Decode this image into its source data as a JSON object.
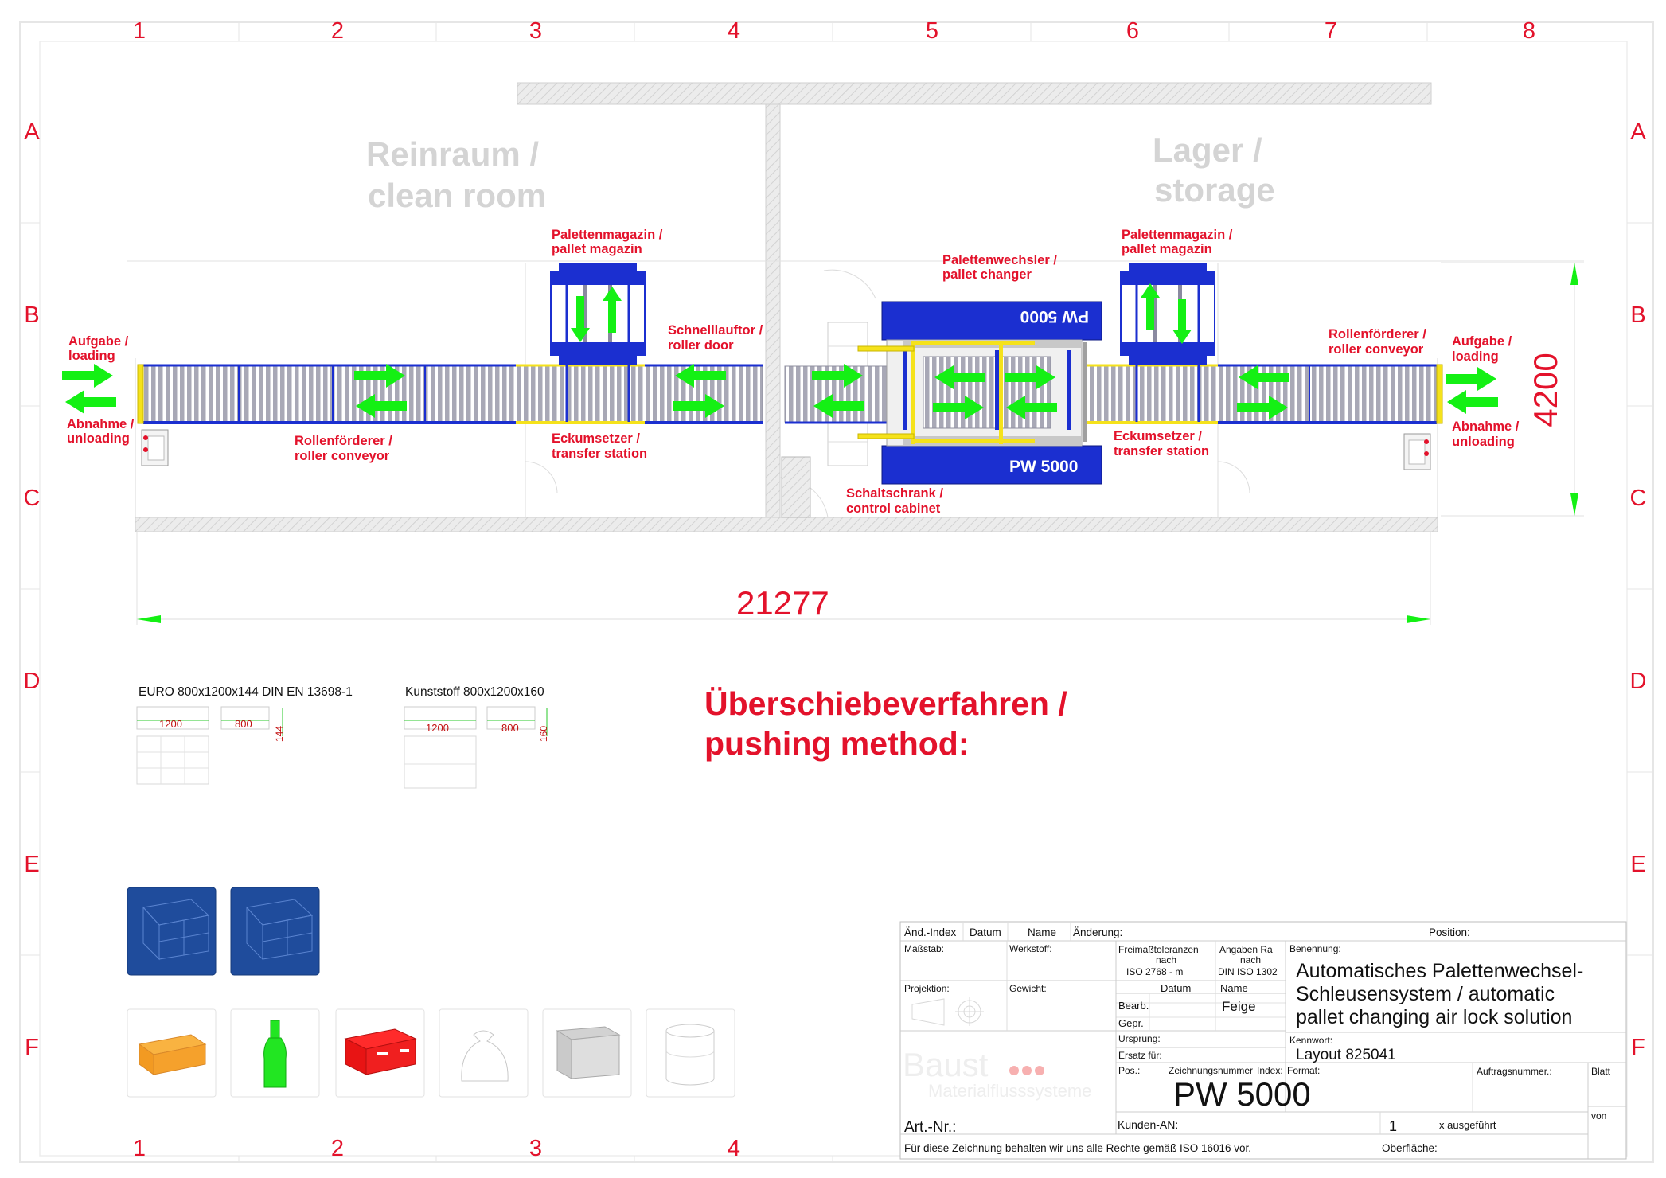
{
  "grid": {
    "columns": [
      "1",
      "2",
      "3",
      "4",
      "5",
      "6",
      "7",
      "8"
    ],
    "rows": [
      "A",
      "B",
      "C",
      "D",
      "E",
      "F"
    ]
  },
  "rooms": {
    "clean_room": [
      "Reinraum /",
      "clean room"
    ],
    "storage": [
      "Lager /",
      "storage"
    ]
  },
  "labels": {
    "loading_left": [
      "Aufgabe /",
      "loading"
    ],
    "unloading_left": [
      "Abnahme /",
      "unloading"
    ],
    "roller_conveyor_left": [
      "Rollenförderer /",
      "roller conveyor"
    ],
    "pallet_magazine_left": [
      "Palettenmagazin /",
      "pallet magazin"
    ],
    "transfer_station_left": [
      "Eckumsetzer /",
      "transfer station"
    ],
    "roller_door": [
      "Schnelllauftor /",
      "roller door"
    ],
    "pallet_changer": [
      "Palettenwechsler /",
      "pallet changer"
    ],
    "control_cabinet": [
      "Schaltschrank /",
      "control cabinet"
    ],
    "pallet_magazine_right": [
      "Palettenmagazin /",
      "pallet magazin"
    ],
    "transfer_station_right": [
      "Eckumsetzer /",
      "transfer station"
    ],
    "roller_conveyor_right": [
      "Rollenförderer /",
      "roller conveyor"
    ],
    "loading_right": [
      "Aufgabe /",
      "loading"
    ],
    "unloading_right": [
      "Abnahme /",
      "unloading"
    ]
  },
  "machine": {
    "name_top": "PW 5000",
    "name_bottom": "PW 5000"
  },
  "dimensions": {
    "length": "21277",
    "width": "4200"
  },
  "pallets": {
    "euro": {
      "title": "EURO 800x1200x144  DIN EN 13698-1",
      "length": "1200",
      "width": "800",
      "height": "144"
    },
    "plastic": {
      "title": "Kunststoff 800x1200x160",
      "length": "1200",
      "width": "800",
      "height": "160"
    }
  },
  "method_title": [
    "Überschiebeverfahren /",
    "pushing method:"
  ],
  "load_icons": [
    "pallet-load-icon",
    "pallet-load-icon",
    "box-icon",
    "bottle-icon",
    "crate-icon",
    "sack-icon",
    "big-bag-icon",
    "drum-icon"
  ],
  "title_block": {
    "change_index": "Änd.-Index",
    "date": "Datum",
    "name": "Name",
    "change": "Änderung:",
    "position": "Position:",
    "scale": "Maßstab:",
    "material": "Werkstoff:",
    "tolerances": [
      "Freimaßtoleranzen",
      "nach",
      "ISO 2768 - m"
    ],
    "roughness": [
      "Angaben Ra",
      "nach",
      "DIN ISO 1302"
    ],
    "designation_label": "Benennung:",
    "designation": [
      "Automatisches Palettenwechsel-",
      "Schleusensystem / automatic",
      "pallet changing air lock solution"
    ],
    "projection": "Projektion:",
    "weight": "Gewicht:",
    "date2": "Datum",
    "name2": "Name",
    "processed": "Bearb.",
    "checked": "Gepr.",
    "processor_name": "Feige",
    "origin": "Ursprung:",
    "replacement": "Ersatz für:",
    "keyword_label": "Kennwort:",
    "keyword": "Layout 825041",
    "pos": "Pos.:",
    "drawing_no_label": "Zeichnungsnummer",
    "index_label": "Index:",
    "format_label": "Format:",
    "order_no_label": "Auftragsnummer.:",
    "sheet_label": "Blatt",
    "of_label": "von",
    "drawing_no": "PW 5000",
    "art_no": "Art.-Nr.:",
    "customer_an": "Kunden-AN:",
    "count": "1",
    "executed": "x ausgeführt",
    "rights": "Für diese Zeichnung behalten wir uns alle Rechte gemäß ISO 16016 vor.",
    "surface": "Oberfläche:",
    "company": "Baust",
    "company_sub": "Materialflusssysteme"
  },
  "colors": {
    "red": "#e3122b",
    "blue": "#1b2fd0",
    "green": "#14f014",
    "yellow": "#f5e21b",
    "roller": "#a8a8b6"
  }
}
